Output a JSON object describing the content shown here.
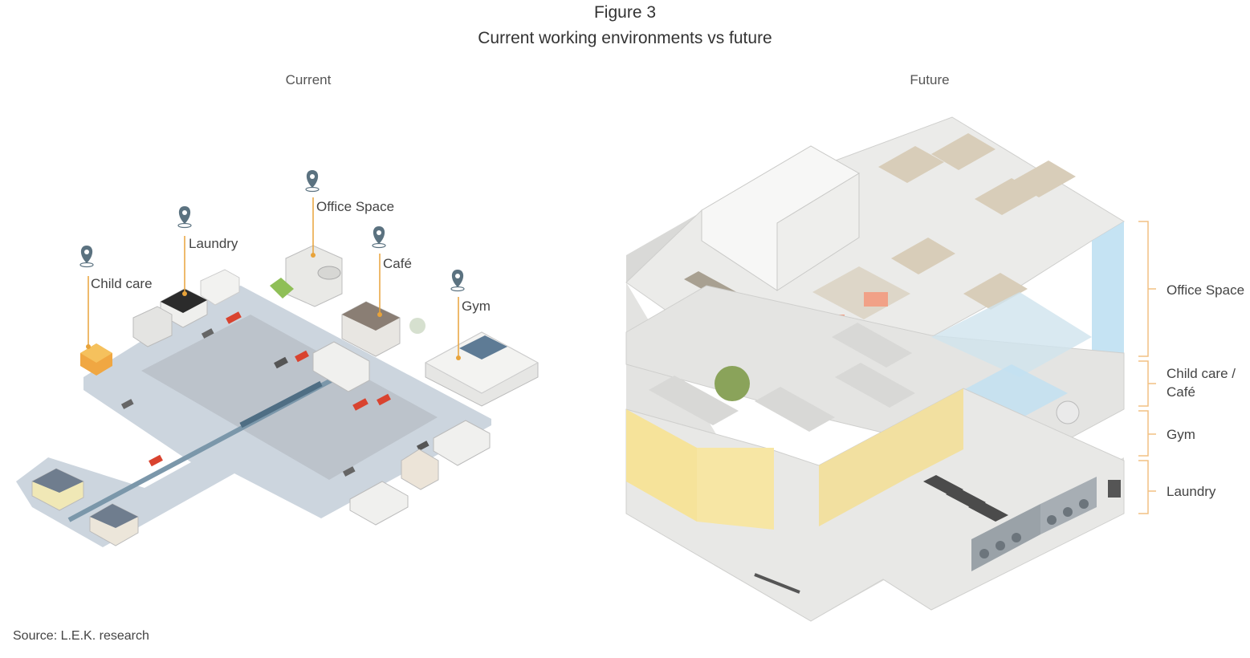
{
  "header": {
    "figure_number": "Figure 3",
    "title": "Current working environments vs future"
  },
  "panels": {
    "current": {
      "title": "Current",
      "pins": [
        {
          "label": "Child care"
        },
        {
          "label": "Laundry"
        },
        {
          "label": "Office Space"
        },
        {
          "label": "Café"
        },
        {
          "label": "Gym"
        }
      ]
    },
    "future": {
      "title": "Future",
      "brackets": [
        {
          "label": "Office Space"
        },
        {
          "label_line1": "Child care /",
          "label_line2": "Café"
        },
        {
          "label": "Gym"
        },
        {
          "label": "Laundry"
        }
      ]
    }
  },
  "footer": {
    "source": "Source: L.E.K. research"
  },
  "colors": {
    "pin": "#5b7280",
    "leader_line": "#e8a33a",
    "bracket": "#f2c183",
    "ground": "#ccd5de",
    "parking": "#bcc3cb",
    "floor": "#e6e6e4",
    "childcare_yellow": "#f6e39a",
    "glass_blue": "#bfe0f2"
  }
}
